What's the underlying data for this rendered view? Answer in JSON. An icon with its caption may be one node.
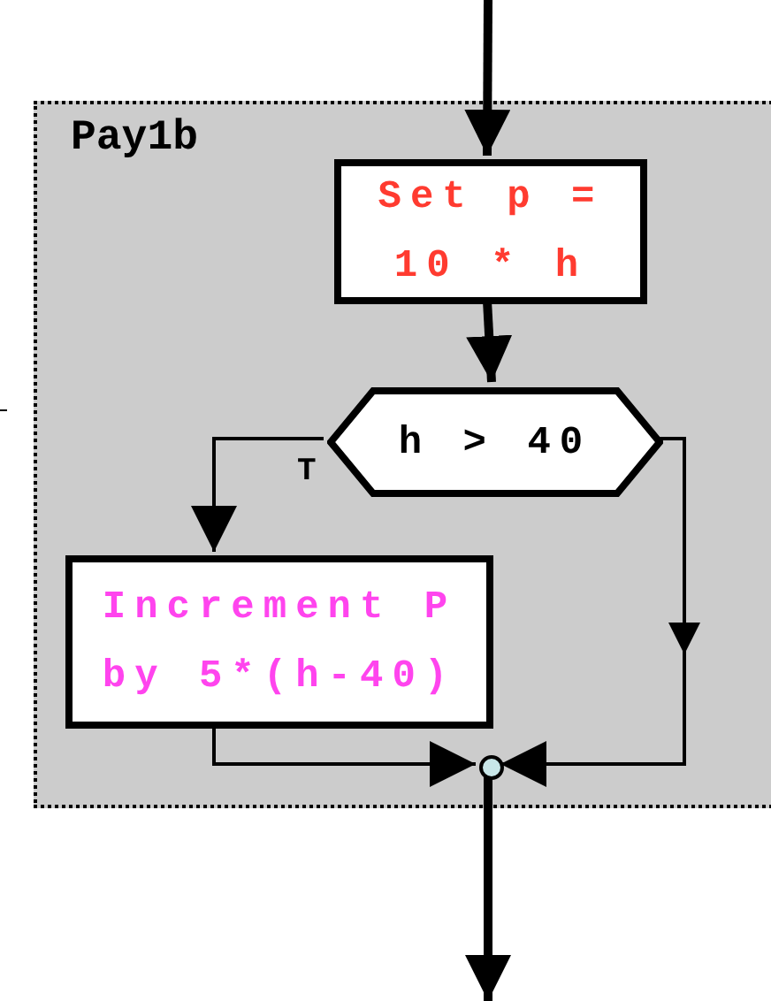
{
  "diagram": {
    "nodes": [
      {
        "text": [
          "Pay1b"
        ]
      },
      {
        "text": [
          "Set p = 10 * h"
        ],
        "in": 0
      },
      {
        "text": [
          "h > 40"
        ],
        "in": 0
      },
      {
        "text": [
          "Increment P by 5*(h-40)"
        ],
        "in": 0
      },
      {
        "text": [],
        "shape": "circle",
        "in": 0
      }
    ],
    "edges": [
      {
        "from": null,
        "to": 1,
        "arrow": "to",
        "style": "thick"
      },
      {
        "from": 1,
        "to": 2,
        "arrow": "to",
        "style": "thick"
      },
      {
        "from": 2,
        "to": 3,
        "arrow": "to",
        "label": "T"
      },
      {
        "from": 2,
        "to": 4,
        "arrow": "to"
      },
      {
        "from": 3,
        "to": 4,
        "arrow": "to"
      },
      {
        "from": 4,
        "to": null,
        "arrow": "to",
        "style": "thick"
      }
    ]
  }
}
